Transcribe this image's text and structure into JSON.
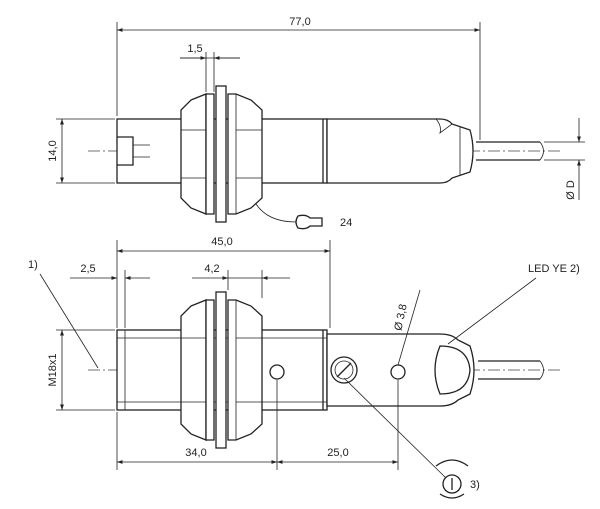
{
  "dimensions": {
    "overall_length": "77,0",
    "nut_thickness": "1,5",
    "body_height": "14,0",
    "cable_diameter": "Ø D",
    "wrench_size": "24",
    "thread_length": "45,0",
    "thread_start": "2,5",
    "nut_pair_width": "4,2",
    "thread_size": "M18x1",
    "hole_diameter": "Ø 3,8",
    "base_length": "34,0",
    "hole_offset": "25,0"
  },
  "labels": {
    "note_1": "1)",
    "led_label": "LED YE 2)",
    "note_3": "3)"
  }
}
